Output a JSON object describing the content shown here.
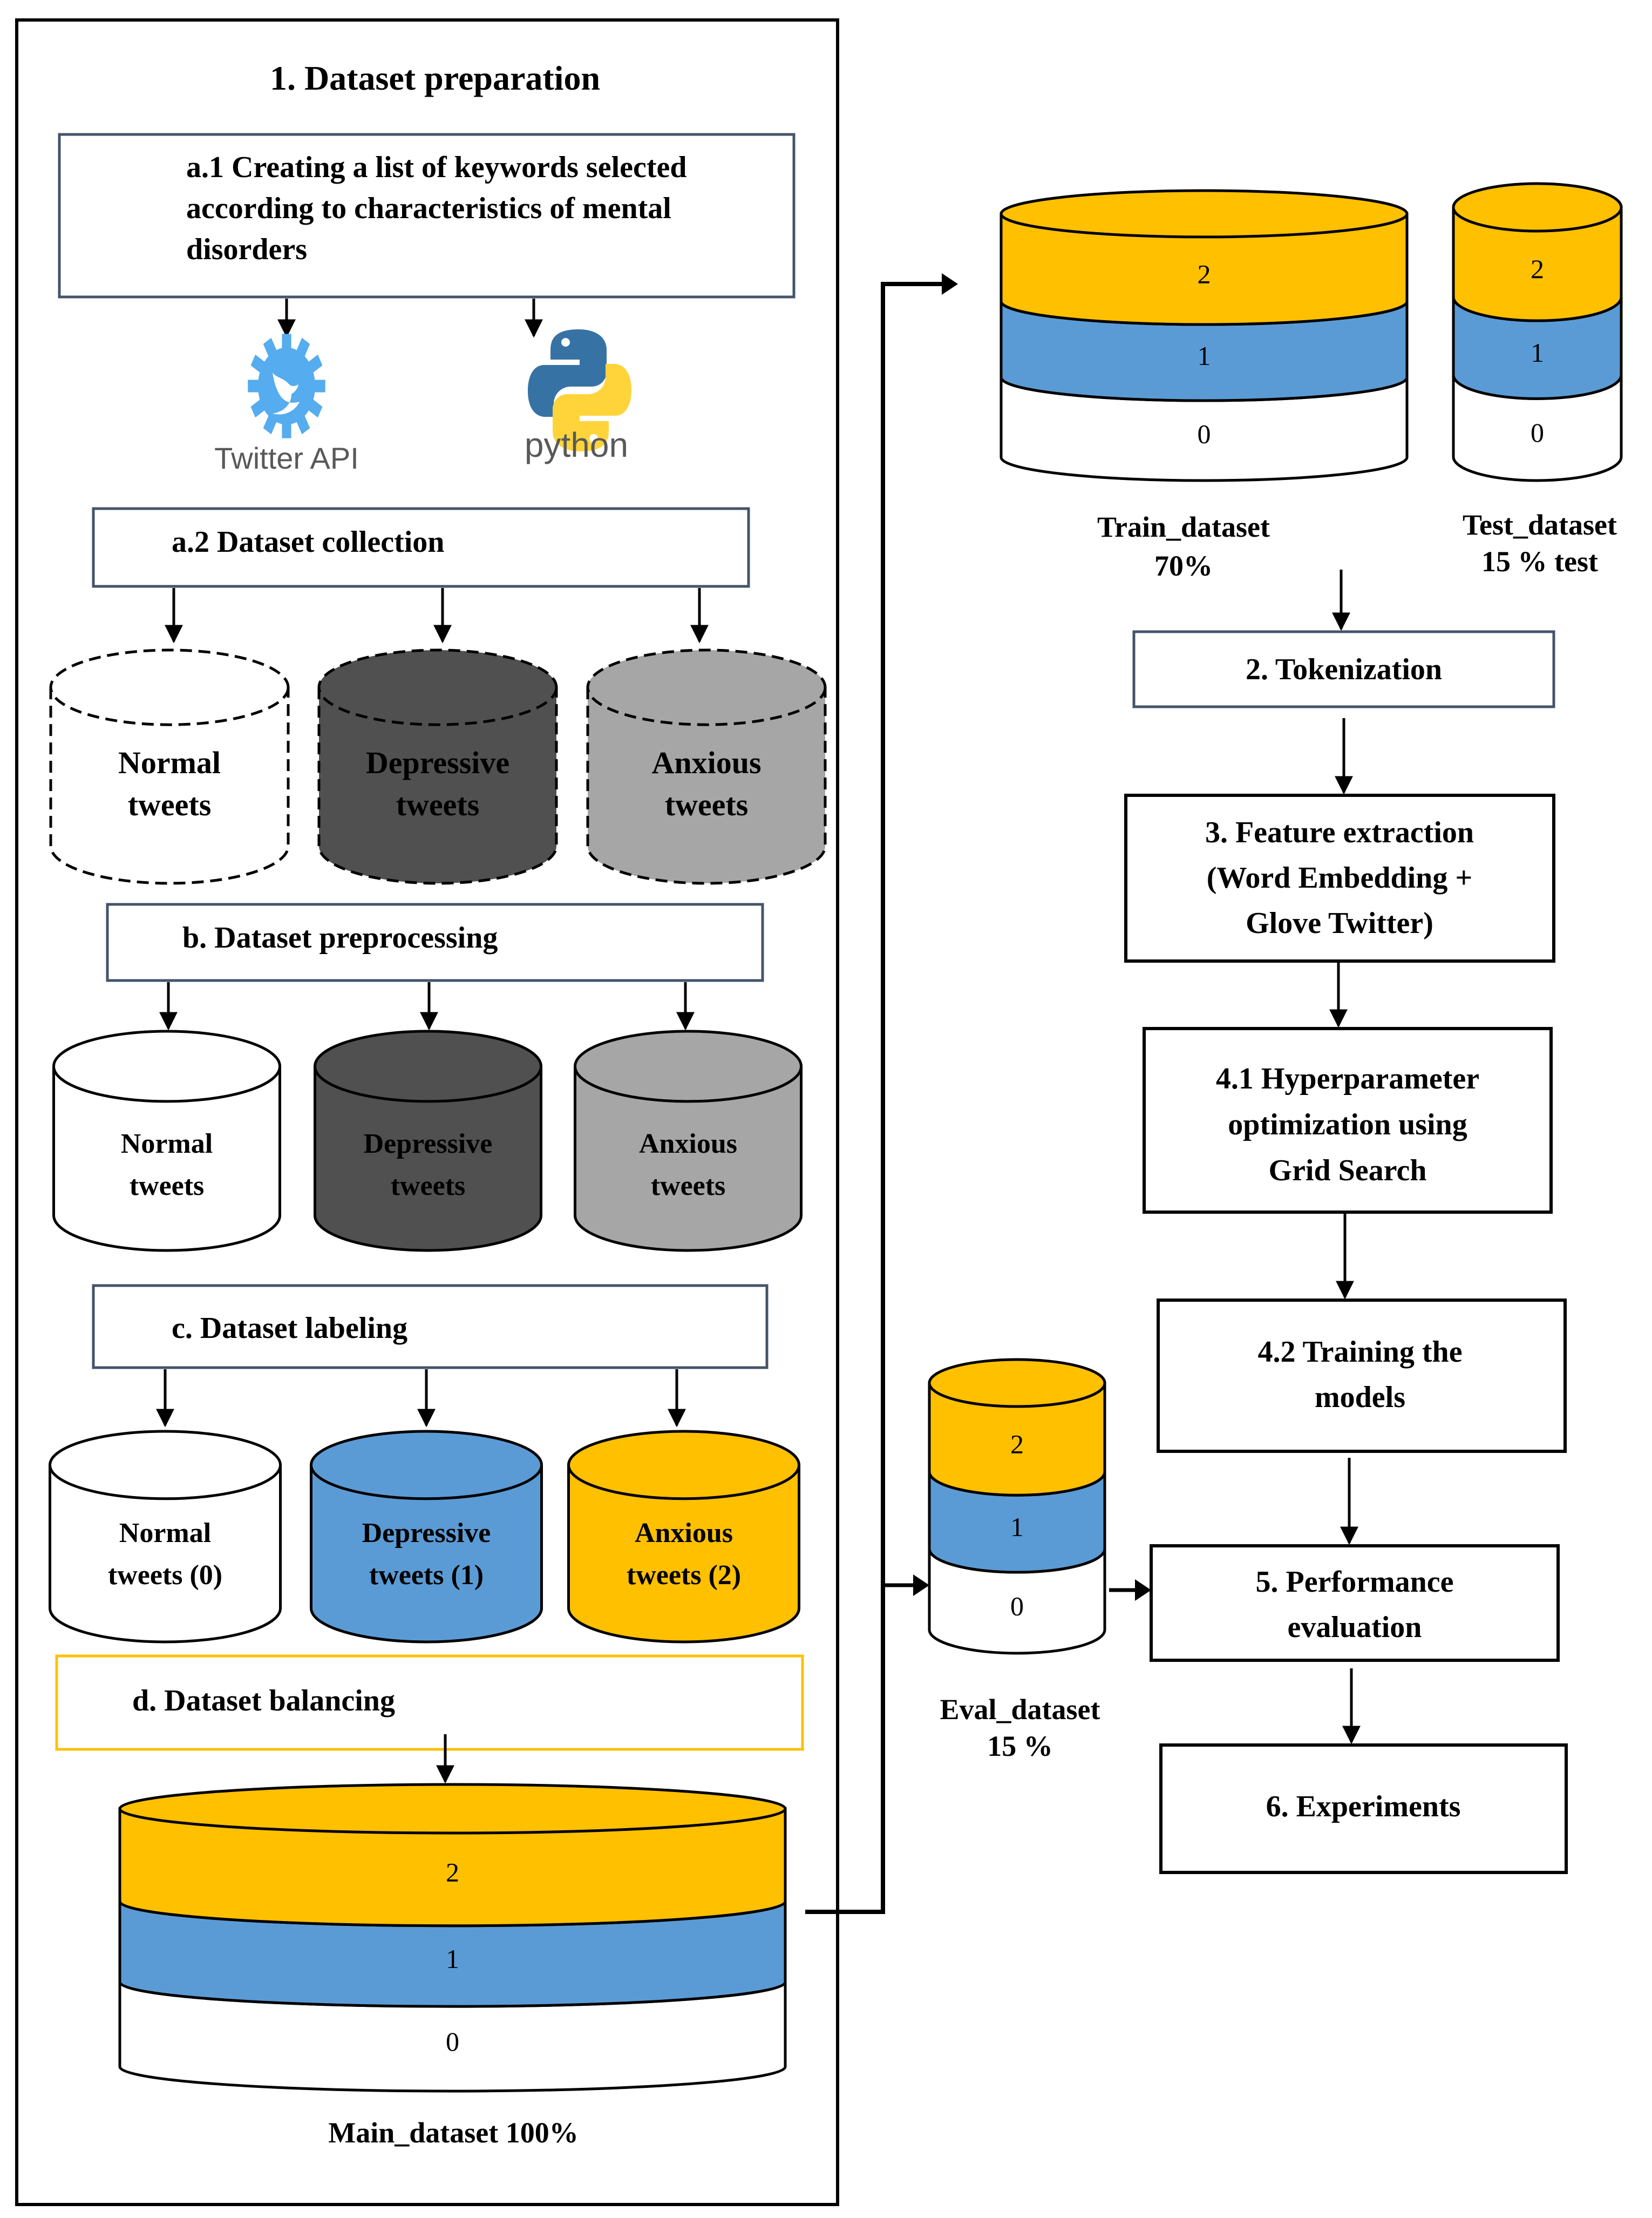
{
  "colors": {
    "class_2_anxious": "#FFC000",
    "class_1_depressive": "#5B9BD5",
    "class_0_normal": "#FFFFFF",
    "depressive_gray": "#505050",
    "anxious_gray": "#A6A6A6",
    "box_border": "#44546A",
    "balancing_border": "#FFC000",
    "twitter_blue": "#55ACEE",
    "python_blue": "#3772A4",
    "python_yellow": "#FFD43B"
  },
  "left_panel": {
    "title": "1.   Dataset preparation",
    "a1": {
      "lines": [
        "a.1 Creating a list of keywords selected",
        "according to characteristics of mental",
        "disorders"
      ]
    },
    "icons": {
      "twitter_label": "Twitter API",
      "python_label": "python"
    },
    "a2": {
      "label": "a.2 Dataset collection"
    },
    "collection_cylinders": [
      {
        "line1": "Normal",
        "line2": "tweets"
      },
      {
        "line1": "Depressive",
        "line2": "tweets"
      },
      {
        "line1": "Anxious",
        "line2": "tweets"
      }
    ],
    "b": {
      "label": "b. Dataset preprocessing"
    },
    "preprocessing_cylinders": [
      {
        "line1": "Normal",
        "line2": "tweets"
      },
      {
        "line1": "Depressive",
        "line2": "tweets"
      },
      {
        "line1": "Anxious",
        "line2": "tweets"
      }
    ],
    "c": {
      "label": "c. Dataset labeling"
    },
    "labeling_cylinders": [
      {
        "line1": "Normal",
        "line2": "tweets (0)"
      },
      {
        "line1": "Depressive",
        "line2": "tweets (1)"
      },
      {
        "line1": "Anxious",
        "line2": "tweets (2)"
      }
    ],
    "d": {
      "label": "d. Dataset balancing"
    },
    "main_dataset": {
      "layers": [
        "2",
        "1",
        "0"
      ],
      "caption": "Main_dataset 100%"
    }
  },
  "splits": {
    "train": {
      "layers": [
        "2",
        "1",
        "0"
      ],
      "caption_line1": "Train_dataset",
      "caption_line2": "70%"
    },
    "test": {
      "layers": [
        "2",
        "1",
        "0"
      ],
      "caption_line1": "Test_dataset",
      "caption_line2": "15 % test"
    },
    "eval": {
      "layers": [
        "2",
        "1",
        "0"
      ],
      "caption_line1": "Eval_dataset",
      "caption_line2": "15 %"
    }
  },
  "pipeline": {
    "tokenization": {
      "lines": [
        "2. Tokenization"
      ]
    },
    "feature_extraction": {
      "lines": [
        "3. Feature extraction",
        "(Word Embedding +",
        "Glove Twitter)"
      ]
    },
    "hyperparameter": {
      "lines": [
        "4.1 Hyperparameter",
        "optimization using",
        "Grid Search"
      ]
    },
    "training": {
      "lines": [
        "4.2 Training the",
        "models"
      ]
    },
    "evaluation": {
      "lines": [
        "5. Performance",
        "evaluation"
      ]
    },
    "experiments": {
      "lines": [
        "6. Experiments"
      ]
    }
  }
}
